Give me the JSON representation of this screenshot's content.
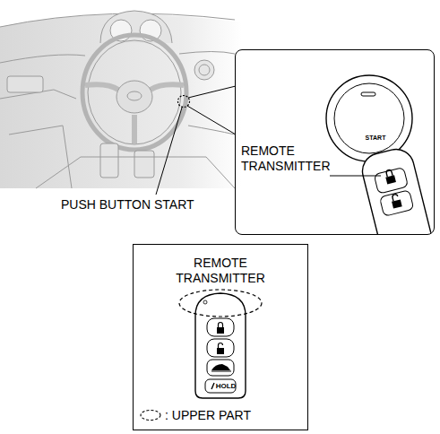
{
  "diagram": {
    "nodes": [
      {
        "text": [
          "REMOTE TRANSMITTER"
        ]
      },
      {
        "text": [
          "REMOTE TRANSMITTER"
        ]
      }
    ],
    "labels": [
      "PUSH BUTTON START",
      "START",
      "HOLD"
    ],
    "legend": [
      {
        "text": ": UPPER PART"
      }
    ]
  }
}
